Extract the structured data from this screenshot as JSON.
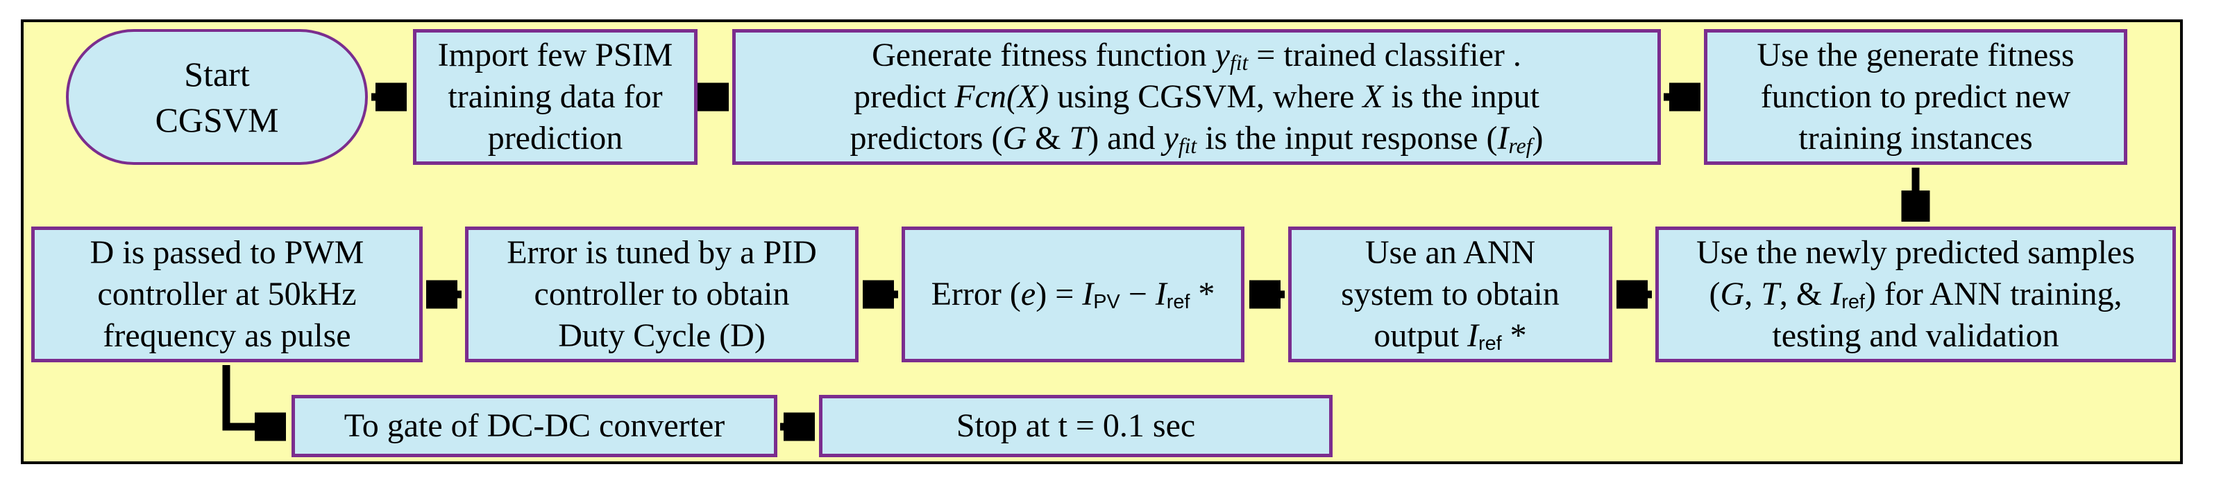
{
  "diagram": {
    "type": "flowchart",
    "colors": {
      "background_panel": "#fcfcae",
      "node_fill": "#c9eaf4",
      "node_border": "#7b2d8e",
      "outer_border": "#000000",
      "arrow": "#000000",
      "text": "#000000"
    },
    "nodes": [
      {
        "id": "start",
        "shape": "terminator",
        "lines": [
          [
            {
              "t": "Start"
            }
          ],
          [
            {
              "t": "CGSVM"
            }
          ]
        ]
      },
      {
        "id": "import-psim-data",
        "shape": "process",
        "lines": [
          [
            {
              "t": "Import few PSIM"
            }
          ],
          [
            {
              "t": "training data for"
            }
          ],
          [
            {
              "t": "prediction"
            }
          ]
        ]
      },
      {
        "id": "generate-fitness-function",
        "shape": "process",
        "lines": [
          [
            {
              "t": "Generate fitness function "
            },
            {
              "t": "y",
              "i": true
            },
            {
              "t": "fit",
              "i": true,
              "s": true
            },
            {
              "t": " = trained classifier ."
            }
          ],
          [
            {
              "t": "predict "
            },
            {
              "t": "Fcn",
              "i": true
            },
            {
              "t": "(",
              "i": true
            },
            {
              "t": "X",
              "i": true
            },
            {
              "t": ")",
              "i": true
            },
            {
              "t": " using CGSVM, where "
            },
            {
              "t": "X",
              "i": true
            },
            {
              "t": " is the input"
            }
          ],
          [
            {
              "t": "predictors ("
            },
            {
              "t": "G",
              "i": true
            },
            {
              "t": " & "
            },
            {
              "t": "T",
              "i": true
            },
            {
              "t": ") and "
            },
            {
              "t": "y",
              "i": true
            },
            {
              "t": "fit",
              "i": true,
              "s": true
            },
            {
              "t": " is the input response ("
            },
            {
              "t": "I",
              "i": true
            },
            {
              "t": "ref",
              "i": true,
              "s": true
            },
            {
              "t": ")"
            }
          ]
        ]
      },
      {
        "id": "use-fitness-function",
        "shape": "process",
        "lines": [
          [
            {
              "t": "Use the generate fitness"
            }
          ],
          [
            {
              "t": "function to predict new"
            }
          ],
          [
            {
              "t": "training instances"
            }
          ]
        ]
      },
      {
        "id": "ann-training",
        "shape": "process",
        "lines": [
          [
            {
              "t": "Use the newly predicted samples"
            }
          ],
          [
            {
              "t": "("
            },
            {
              "t": "G",
              "i": true
            },
            {
              "t": ", "
            },
            {
              "t": "T",
              "i": true
            },
            {
              "t": ", & "
            },
            {
              "t": "I",
              "i": true
            },
            {
              "t": "ref",
              "s": true,
              "sans": true
            },
            {
              "t": ") for ANN training,"
            }
          ],
          [
            {
              "t": "testing and validation"
            }
          ]
        ]
      },
      {
        "id": "ann-system",
        "shape": "process",
        "lines": [
          [
            {
              "t": "Use an ANN"
            }
          ],
          [
            {
              "t": "system to obtain"
            }
          ],
          [
            {
              "t": "output "
            },
            {
              "t": "I",
              "i": true
            },
            {
              "t": "ref",
              "s": true,
              "sans": true
            },
            {
              "t": " *"
            }
          ]
        ]
      },
      {
        "id": "error-equation",
        "shape": "process",
        "lines": [
          [
            {
              "t": "Error ("
            },
            {
              "t": "e",
              "i": true
            },
            {
              "t": ") = "
            },
            {
              "t": "I",
              "i": true
            },
            {
              "t": "PV",
              "s": true,
              "sans": true
            },
            {
              "t": " − "
            },
            {
              "t": "I",
              "i": true
            },
            {
              "t": "ref",
              "s": true,
              "sans": true
            },
            {
              "t": " *"
            }
          ]
        ]
      },
      {
        "id": "pid-controller",
        "shape": "process",
        "lines": [
          [
            {
              "t": "Error is tuned by a PID"
            }
          ],
          [
            {
              "t": "controller to obtain"
            }
          ],
          [
            {
              "t": "Duty Cycle (D)"
            }
          ]
        ]
      },
      {
        "id": "pwm-controller",
        "shape": "process",
        "lines": [
          [
            {
              "t": "D is passed to PWM"
            }
          ],
          [
            {
              "t": "controller at 50kHz"
            }
          ],
          [
            {
              "t": "frequency as pulse"
            }
          ]
        ]
      },
      {
        "id": "dc-dc-gate",
        "shape": "process",
        "lines": [
          [
            {
              "t": "To gate of DC-DC converter"
            }
          ]
        ]
      },
      {
        "id": "stop",
        "shape": "process",
        "lines": [
          [
            {
              "t": "Stop at t = 0.1 sec"
            }
          ]
        ]
      }
    ],
    "connections": [
      {
        "from": "start",
        "to": "import-psim-data"
      },
      {
        "from": "import-psim-data",
        "to": "generate-fitness-function"
      },
      {
        "from": "generate-fitness-function",
        "to": "use-fitness-function"
      },
      {
        "from": "use-fitness-function",
        "to": "ann-training"
      },
      {
        "from": "ann-training",
        "to": "ann-system"
      },
      {
        "from": "ann-system",
        "to": "error-equation"
      },
      {
        "from": "error-equation",
        "to": "pid-controller"
      },
      {
        "from": "pid-controller",
        "to": "pwm-controller"
      },
      {
        "from": "pwm-controller",
        "to": "dc-dc-gate"
      },
      {
        "from": "dc-dc-gate",
        "to": "stop"
      }
    ]
  }
}
